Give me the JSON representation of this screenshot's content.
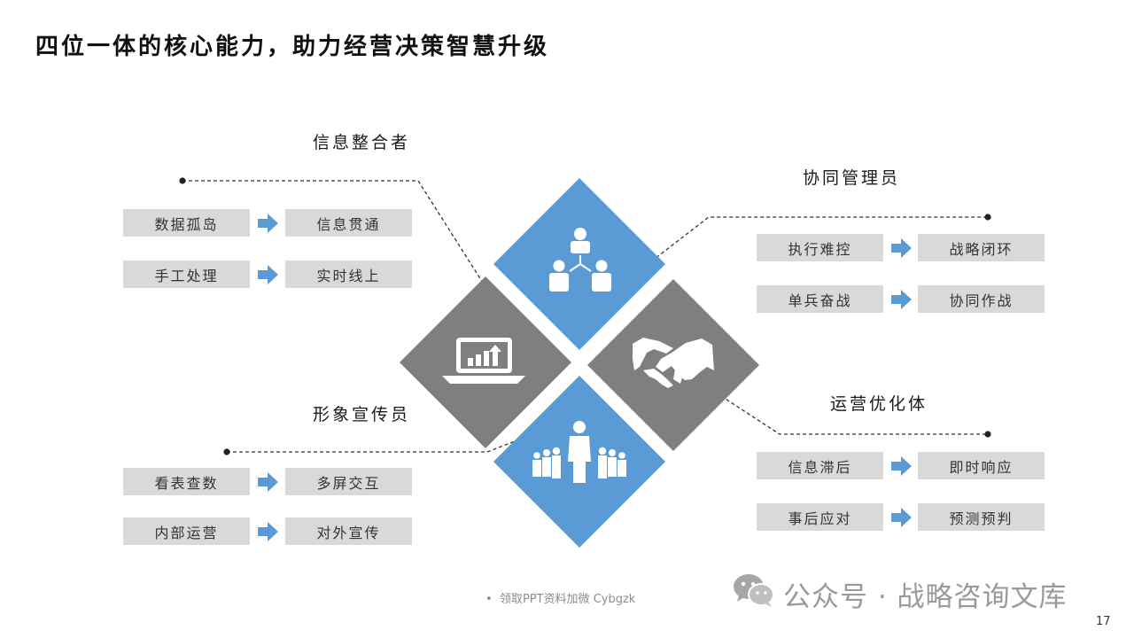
{
  "title": "四位一体的核心能力，助力经营决策智慧升级",
  "sections": {
    "info": {
      "title": "信息整合者",
      "rows": [
        {
          "from": "数据孤岛",
          "to": "信息贯通"
        },
        {
          "from": "手工处理",
          "to": "实时线上"
        }
      ]
    },
    "collab": {
      "title": "协同管理员",
      "rows": [
        {
          "from": "执行难控",
          "to": "战略闭环"
        },
        {
          "from": "单兵奋战",
          "to": "协同作战"
        }
      ]
    },
    "image": {
      "title": "形象宣传员",
      "rows": [
        {
          "from": "看表查数",
          "to": "多屏交互"
        },
        {
          "from": "内部运营",
          "to": "对外宣传"
        }
      ]
    },
    "ops": {
      "title": "运营优化体",
      "rows": [
        {
          "from": "信息滞后",
          "to": "即时响应"
        },
        {
          "from": "事后应对",
          "to": "预测预判"
        }
      ]
    }
  },
  "footer": {
    "note": "领取PPT资料加微  Cybgzk",
    "watermark": "公众号 · 战略咨询文库",
    "page": "17"
  },
  "colors": {
    "blue": "#5b9bd5",
    "gray": "#7f7f7f",
    "box": "#d9d9d9",
    "arrow": "#5b9bd5"
  },
  "icons": [
    "team-hierarchy-icon",
    "laptop-chart-icon",
    "handshake-icon",
    "leader-crowd-icon",
    "wechat-icon"
  ]
}
